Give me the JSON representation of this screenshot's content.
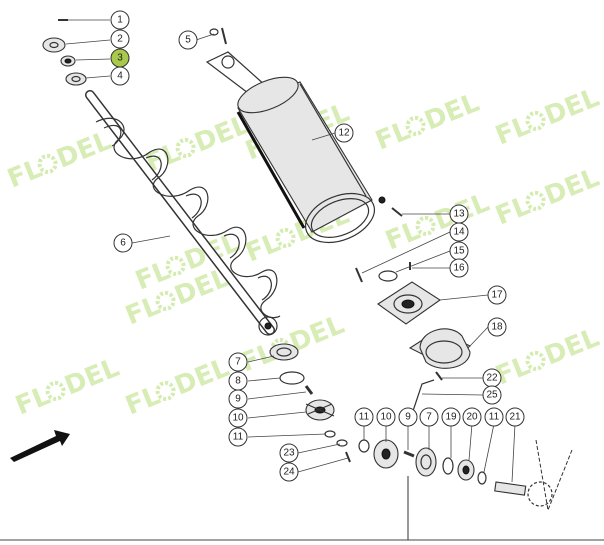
{
  "watermark": {
    "text": "FL",
    "text2": "DEL",
    "color": "#b8e07a"
  },
  "highlight_color": "#a8c94a",
  "callouts": [
    {
      "id": "c1",
      "label": "1"
    },
    {
      "id": "c2",
      "label": "2"
    },
    {
      "id": "c3",
      "label": "3",
      "highlighted": true
    },
    {
      "id": "c4",
      "label": "4"
    },
    {
      "id": "c5",
      "label": "5"
    },
    {
      "id": "c6",
      "label": "6"
    },
    {
      "id": "c7a",
      "label": "7"
    },
    {
      "id": "c8",
      "label": "8"
    },
    {
      "id": "c9a",
      "label": "9"
    },
    {
      "id": "c10a",
      "label": "10"
    },
    {
      "id": "c11a",
      "label": "11"
    },
    {
      "id": "c12",
      "label": "12"
    },
    {
      "id": "c13",
      "label": "13"
    },
    {
      "id": "c14",
      "label": "14"
    },
    {
      "id": "c15",
      "label": "15"
    },
    {
      "id": "c16",
      "label": "16"
    },
    {
      "id": "c17",
      "label": "17"
    },
    {
      "id": "c18",
      "label": "18"
    },
    {
      "id": "c22",
      "label": "22"
    },
    {
      "id": "c25",
      "label": "25"
    },
    {
      "id": "c23",
      "label": "23"
    },
    {
      "id": "c24",
      "label": "24"
    },
    {
      "id": "c11b",
      "label": "11"
    },
    {
      "id": "c10b",
      "label": "10"
    },
    {
      "id": "c9b",
      "label": "9"
    },
    {
      "id": "c7b",
      "label": "7"
    },
    {
      "id": "c19",
      "label": "19"
    },
    {
      "id": "c20",
      "label": "20"
    },
    {
      "id": "c11c",
      "label": "11"
    },
    {
      "id": "c21",
      "label": "21"
    }
  ]
}
